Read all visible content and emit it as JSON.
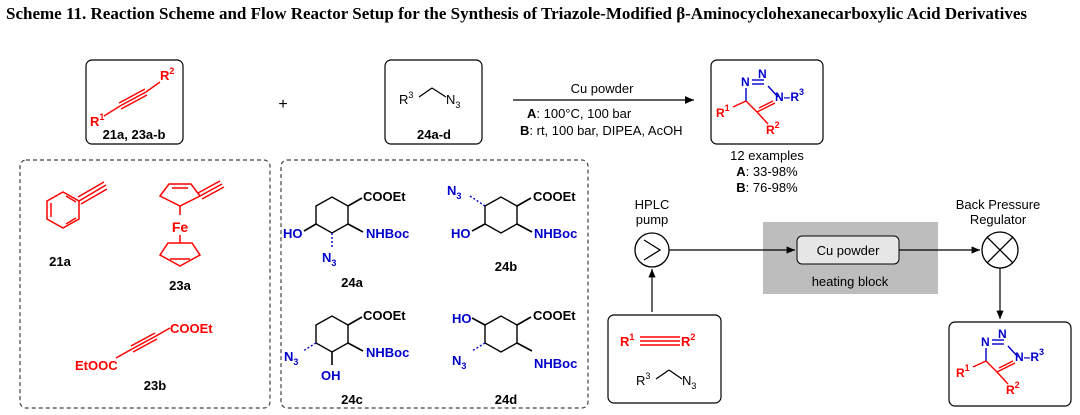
{
  "caption": {
    "label": "Scheme 11.",
    "text": "Reaction Scheme and Flow Reactor Setup for the Synthesis of Triazole-Modified β-Aminocyclohexanecarboxylic Acid Derivatives"
  },
  "reaction": {
    "reactant1_label": "21a, 23a-b",
    "reactant2_label": "24a-d",
    "plus": "+",
    "catalyst": "Cu powder",
    "cond_a_key": "A",
    "cond_a": ": 100°C, 100 bar",
    "cond_b_key": "B",
    "cond_b": ": rt, 100 bar, DIPEA, AcOH",
    "examples": "12 examples",
    "yield_a_key": "A",
    "yield_a": ": 33-98%",
    "yield_b_key": "B",
    "yield_b": ": 76-98%"
  },
  "compounds": {
    "c21a": "21a",
    "c23a": "23a",
    "c23b": "23b",
    "c24a": "24a",
    "c24b": "24b",
    "c24c": "24c",
    "c24d": "24d",
    "fe": "Fe",
    "cooet": "COOEt",
    "etooc": "EtOOC",
    "nhboc": "NHBoc",
    "ho": "HO",
    "oh": "OH",
    "n3": "N",
    "n3_sub": "3"
  },
  "atoms": {
    "R": "R",
    "r1": "1",
    "r2": "2",
    "r3": "3",
    "N": "N",
    "Ndash": "N–R",
    "Nlong": "–N–R",
    "eq": "="
  },
  "flow": {
    "hplc_line1": "HPLC",
    "hplc_line2": "pump",
    "cu_powder": "Cu powder",
    "heating_block": "heating block",
    "bpr_line1": "Back Pressure",
    "bpr_line2": "Regulator"
  },
  "colors": {
    "red": "#ff0000",
    "blue": "#0000cc",
    "block_gray": "#bdbdbd"
  }
}
